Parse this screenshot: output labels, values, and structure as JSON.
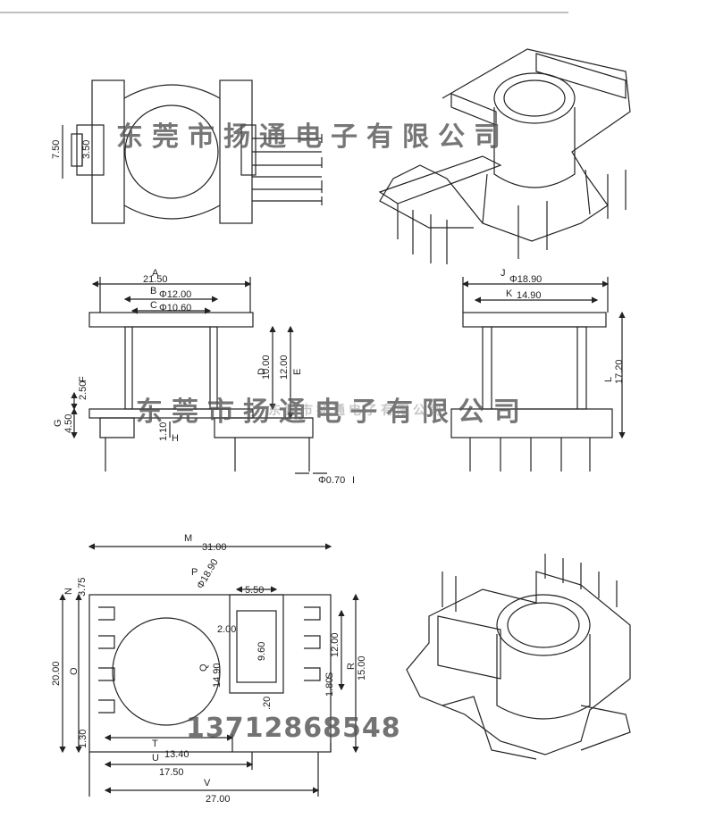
{
  "watermark": {
    "company": "东莞市扬通电子有限公司",
    "company_faint": "东莞市扬通电子有限公司",
    "phone": "13712868548"
  },
  "top_view": {
    "dim_750": "7.50",
    "dim_350": "3.50"
  },
  "front_view": {
    "A": {
      "tag": "A",
      "value": "21.50"
    },
    "B": {
      "tag": "B",
      "value": "Φ12.00"
    },
    "C": {
      "tag": "C",
      "value": "Φ10.60"
    },
    "D": {
      "tag": "D",
      "value": "10.00"
    },
    "E": {
      "tag": "E",
      "value": "12.00"
    },
    "F": {
      "tag": "F",
      "value": "2.50"
    },
    "G": {
      "tag": "G",
      "value": "4.50"
    },
    "H": {
      "tag": "H",
      "value": "1.10"
    },
    "I": {
      "tag": "I",
      "value": "Φ0.70"
    }
  },
  "side_view": {
    "J": {
      "tag": "J",
      "value": "Φ18.90"
    },
    "K": {
      "tag": "K",
      "value": "14.90"
    },
    "L": {
      "tag": "L",
      "value": "17.20"
    }
  },
  "bottom_view": {
    "M": {
      "tag": "M",
      "value": "31.00"
    },
    "N": {
      "tag": "N",
      "value": "3.75"
    },
    "O": {
      "tag": "O",
      "value": "20.00"
    },
    "P": {
      "tag": "P",
      "value": "Φ18.90"
    },
    "Q": {
      "tag": "Q",
      "value": "14.90"
    },
    "R": {
      "tag": "R",
      "value": "15.00"
    },
    "S": {
      "tag": "S",
      "value": "1.80"
    },
    "T": {
      "tag": "T",
      "value": "13.40"
    },
    "U": {
      "tag": "U",
      "value": "17.50"
    },
    "V": {
      "tag": "V",
      "value": "27.00"
    },
    "dim_550": "5.50",
    "dim_200": "2.00",
    "dim_960": "9.60",
    "dim_1200": "12.00",
    "dim_020": ".20",
    "dim_130": "1.30"
  }
}
